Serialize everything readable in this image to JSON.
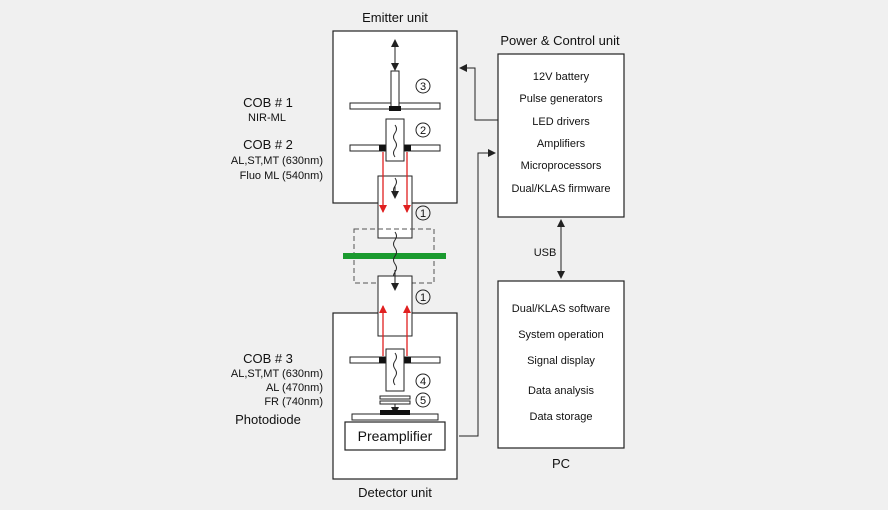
{
  "units": {
    "emitter": "Emitter unit",
    "detector": "Detector unit",
    "power": "Power & Control unit",
    "pc": "PC"
  },
  "power_items": [
    "12V battery",
    "Pulse generators",
    "LED drivers",
    "Amplifiers",
    "Microprocessors",
    "Dual/KLAS firmware"
  ],
  "pc_items": [
    "Dual/KLAS software",
    "System operation",
    "Signal display",
    "Data analysis",
    "Data storage"
  ],
  "usb": "USB",
  "cob1": {
    "title": "COB # 1",
    "lines": [
      "NIR-ML"
    ]
  },
  "cob2": {
    "title": "COB # 2",
    "lines": [
      "AL,ST,MT (630nm)",
      "Fluo ML  (540nm)"
    ]
  },
  "cob3": {
    "title": "COB # 3",
    "lines": [
      "AL,ST,MT (630nm)",
      "AL (470nm)",
      "FR (740nm)"
    ]
  },
  "photodiode": "Photodiode",
  "preamplifier": "Preamplifier",
  "markers": [
    "3",
    "2",
    "1",
    "1",
    "4",
    "5"
  ],
  "colors": {
    "sample": "#1a9a2e",
    "light_ray": "#e02020",
    "line": "#222222"
  }
}
